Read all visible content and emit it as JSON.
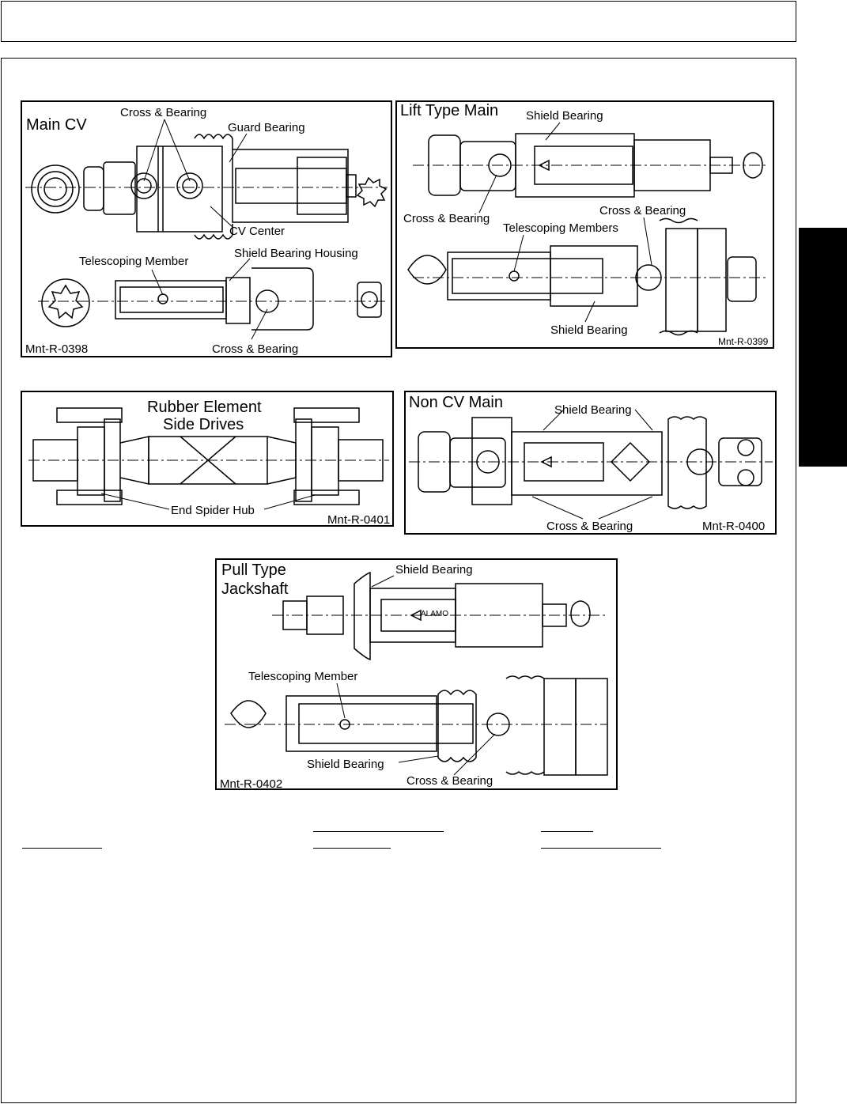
{
  "panels": {
    "main_cv": {
      "title": "Main CV",
      "labels": {
        "cross_bearing_top": "Cross & Bearing",
        "guard_bearing": "Guard Bearing",
        "cv_center": "CV Center",
        "telescoping_member": "Telescoping Member",
        "shield_bearing_housing": "Shield Bearing Housing",
        "cross_bearing_bottom": "Cross & Bearing"
      },
      "ref": "Mnt-R-0398"
    },
    "lift_type_main": {
      "title": "Lift Type Main",
      "labels": {
        "shield_bearing_top": "Shield Bearing",
        "cross_bearing_left": "Cross & Bearing",
        "cross_bearing_right": "Cross & Bearing",
        "telescoping_members": "Telescoping Members",
        "shield_bearing_bottom": "Shield Bearing"
      },
      "ref": "Mnt-R-0399"
    },
    "rubber_element": {
      "title_line1": "Rubber Element",
      "title_line2": "Side Drives",
      "labels": {
        "end_spider_hub": "End Spider Hub"
      },
      "ref": "Mnt-R-0401"
    },
    "non_cv_main": {
      "title": "Non CV Main",
      "labels": {
        "shield_bearing": "Shield Bearing",
        "cross_bearing": "Cross & Bearing"
      },
      "ref": "Mnt-R-0400"
    },
    "pull_type": {
      "title_line1": "Pull Type",
      "title_line2": "Jackshaft",
      "labels": {
        "shield_bearing_top": "Shield Bearing",
        "telescoping_member": "Telescoping Member",
        "shield_bearing_bottom": "Shield Bearing",
        "cross_bearing": "Cross & Bearing"
      },
      "ref": "Mnt-R-0402",
      "shield_text": "ALAMO"
    }
  }
}
